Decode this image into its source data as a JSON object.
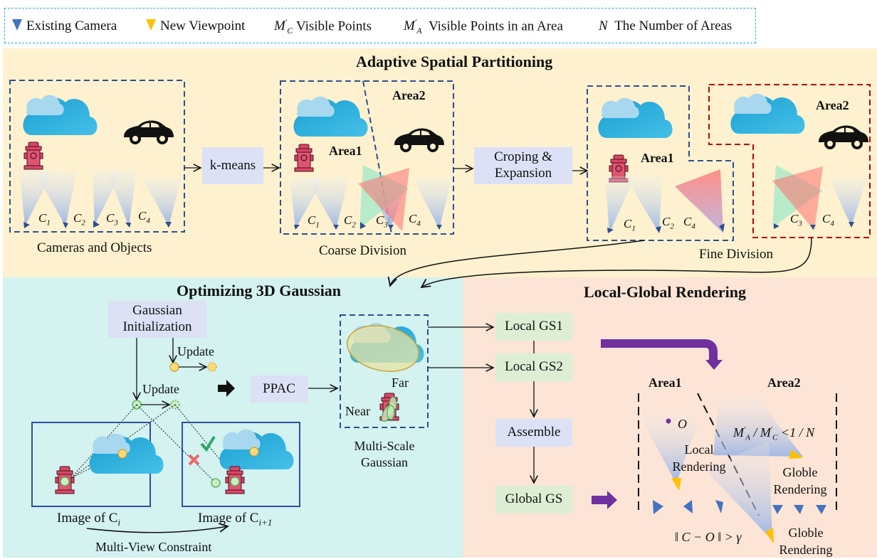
{
  "legend": {
    "items": [
      {
        "icon": "blue-triangle",
        "label": "Existing Camera",
        "color": "#4472c4"
      },
      {
        "icon": "yellow-triangle",
        "label": "New Viewpoint",
        "color": "#ffc000"
      },
      {
        "symbol": "M′C",
        "label": "Visible Points"
      },
      {
        "symbol": "M′A",
        "label": "Visible Points in an Area"
      },
      {
        "symbol": "N",
        "label": "The Number of Areas"
      }
    ]
  },
  "partitioning": {
    "title": "Adaptive Spatial Partitioning",
    "step1_caption": "Cameras and Objects",
    "kmeans_label": "k-means",
    "step2_caption": "Coarse Division",
    "crop_label_line1": "Croping &",
    "crop_label_line2": "Expansion",
    "step3_caption": "Fine Division",
    "area1": "Area1",
    "area2": "Area2",
    "cameras": [
      "C1",
      "C2",
      "C3",
      "C4"
    ]
  },
  "optimizing": {
    "title": "Optimizing 3D Gaussian",
    "init_line1": "Gaussian",
    "init_line2": "Initialization",
    "update1": "Update",
    "update2": "Update",
    "ppac": "PPAC",
    "multiscale_line1": "Multi-Scale",
    "multiscale_line2": "Gaussian",
    "far": "Far",
    "near": "Near",
    "image_ci": "Image of C",
    "image_ci_sub": "i",
    "image_ci1": "Image of C",
    "image_ci1_sub": "i+1",
    "constraint": "Multi-View Constraint"
  },
  "rendering": {
    "title": "Local-Global Rendering",
    "local_gs1": "Local GS1",
    "local_gs2": "Local GS2",
    "assemble": "Assemble",
    "global_gs": "Global GS",
    "area1": "Area1",
    "area2": "Area2",
    "point_o": "O",
    "local_rendering_line1": "Local",
    "local_rendering_line2": "Rendering",
    "ratio_condition": "M′A / M′C < 1 / N",
    "globle_rendering1_line1": "Globle",
    "globle_rendering1_line2": "Rendering",
    "distance_condition": "‖ C − O ‖ > γ",
    "globle_rendering2_line1": "Globle",
    "globle_rendering2_line2": "Rendering",
    "accent_color": "#7030a0"
  }
}
